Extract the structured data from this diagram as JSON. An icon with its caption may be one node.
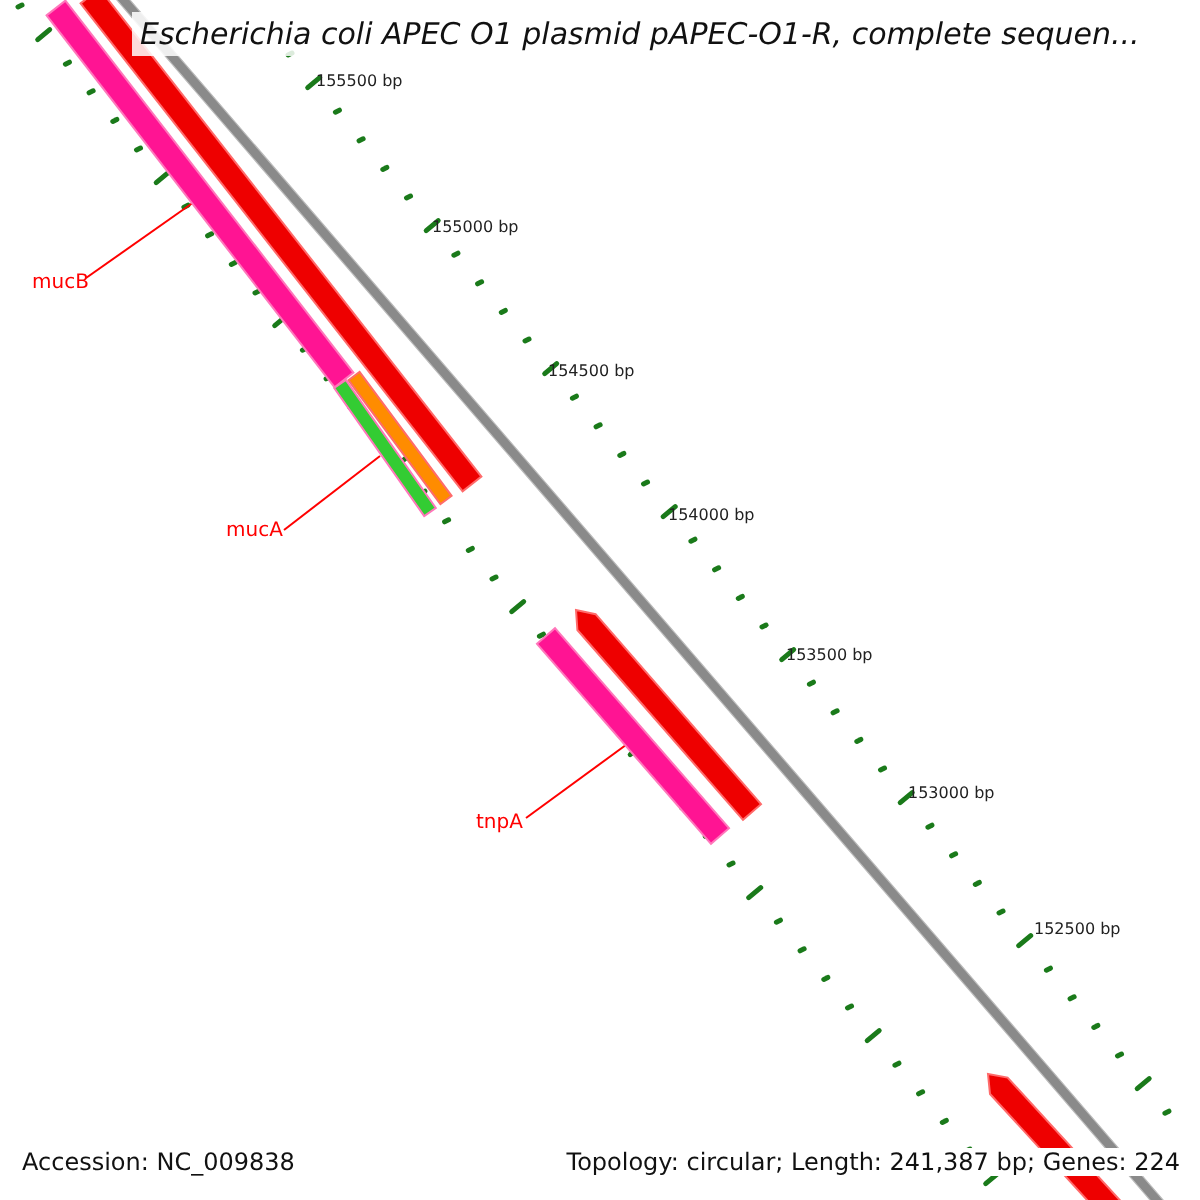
{
  "diagram": {
    "title": "Escherichia coli APEC O1 plasmid pAPEC-O1-R, complete sequen...",
    "nodes": [
      {
        "text": [
          "mucB"
        ]
      },
      {
        "text": [],
        "shape": "bar"
      },
      {
        "text": [
          "mucA"
        ]
      },
      {
        "text": [],
        "shape": "bar"
      },
      {
        "text": [
          "tnpA"
        ]
      },
      {
        "text": [],
        "shape": "bar"
      }
    ],
    "edges": [
      {
        "from": 0,
        "to": 1,
        "arrow": "none"
      },
      {
        "from": 2,
        "to": 3,
        "arrow": "none"
      },
      {
        "from": 4,
        "to": 5,
        "arrow": "none"
      }
    ],
    "labels": [
      "155500 bp",
      "155000 bp",
      "154500 bp",
      "154000 bp",
      "153500 bp",
      "153000 bp",
      "152500 bp",
      "Accession: NC_009838",
      "Topology: circular; Length: 241,387 bp; Genes: 224"
    ]
  }
}
